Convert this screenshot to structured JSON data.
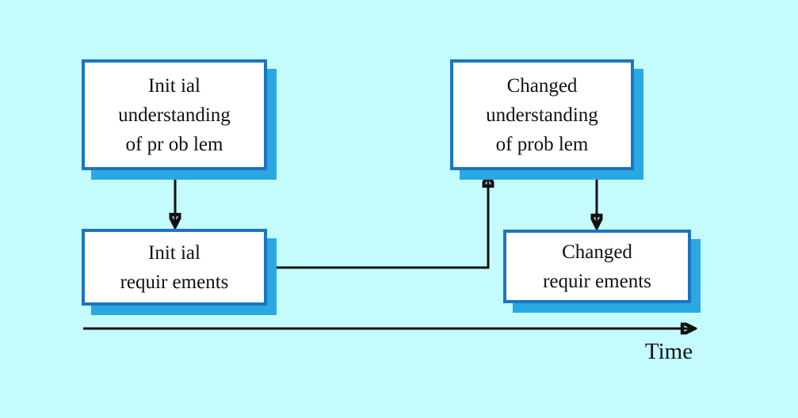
{
  "diagram": {
    "kind": "flow-diagram",
    "description_icon_names": [
      "down-arrow-icon",
      "elbow-up-arrow-icon",
      "down-arrow-icon",
      "timeline-right-arrow-icon"
    ],
    "colors": {
      "background": "#c4fcfd",
      "box_fill": "#ffffff",
      "box_border": "#1d74c0",
      "box_shadow": "#29a8e2",
      "arrow_and_text": "#111111"
    },
    "boxes": [
      {
        "id": "initial-understanding",
        "lines": [
          "Init ial",
          "understanding",
          "of pr ob lem"
        ]
      },
      {
        "id": "initial-requirements",
        "lines": [
          "Init ial",
          "requir ements"
        ]
      },
      {
        "id": "changed-understanding",
        "lines": [
          "Changed",
          "understanding",
          "of prob lem"
        ]
      },
      {
        "id": "changed-requirements",
        "lines": [
          "Changed",
          "requir ements"
        ]
      }
    ],
    "arrows": [
      {
        "from": "initial-understanding",
        "to": "initial-requirements"
      },
      {
        "from": "initial-requirements",
        "to": "changed-understanding"
      },
      {
        "from": "changed-understanding",
        "to": "changed-requirements"
      }
    ],
    "timeline": {
      "label": "Time"
    }
  }
}
